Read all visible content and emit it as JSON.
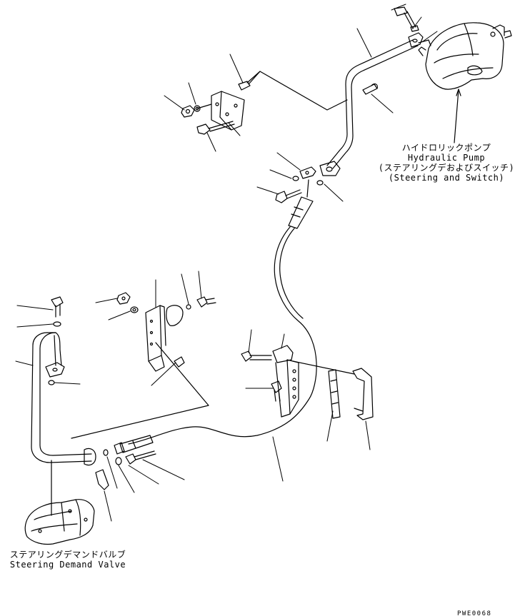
{
  "pump_label": {
    "jp": "ハイドロリックポンプ",
    "en": "Hydraulic Pump",
    "sub_jp": "(ステアリングデおよびスイッチ)",
    "sub_en": "(Steering and Switch)"
  },
  "valve_label": {
    "jp": "ステアリングデマンドバルブ",
    "en": "Steering Demand Valve"
  },
  "doc_code": "PWE0068",
  "colors": {
    "line": "#000000",
    "background": "#ffffff"
  }
}
